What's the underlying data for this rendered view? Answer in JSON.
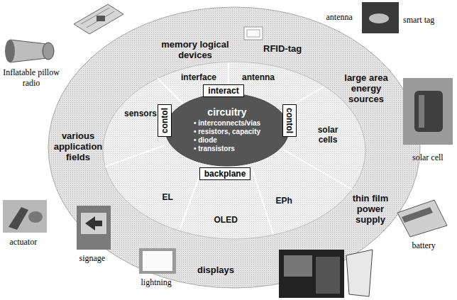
{
  "diagram": {
    "nodes": [
      {
        "text": [
          "interact"
        ]
      },
      {
        "text": [
          "contol"
        ]
      },
      {
        "text": [
          "circuitry",
          "• interconnects/vias",
          "• resistors, capacity",
          "• diode",
          "• transistors"
        ]
      },
      {
        "text": [
          "contol"
        ]
      },
      {
        "text": [
          "backplane"
        ]
      }
    ],
    "labels": [
      "memory logical devices",
      "RFID-tag",
      "antenna",
      "smart tag",
      "Inflatable pillow radio",
      "interface",
      "antenna",
      "large area energy sources",
      "sensors",
      "various application fields",
      "solar cells",
      "solar cell",
      "EL",
      "EPh",
      "thin film power supply",
      "OLED",
      "actuator",
      "battery",
      "signage",
      "displays",
      "lightning"
    ]
  }
}
